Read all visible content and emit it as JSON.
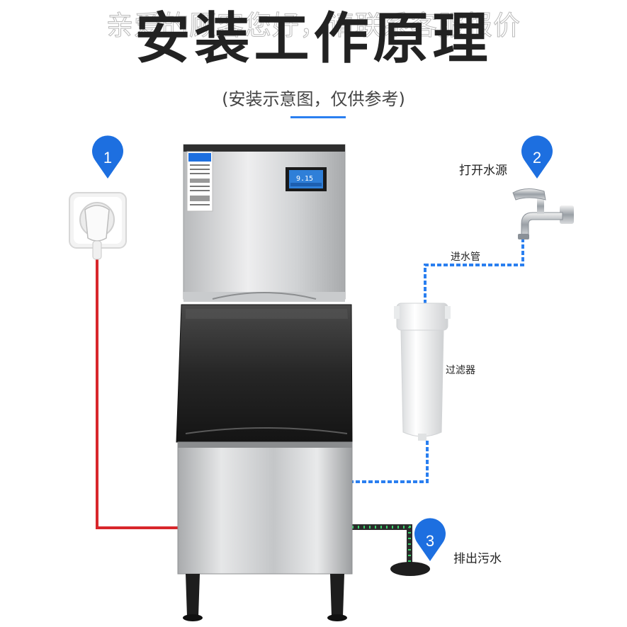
{
  "header": {
    "title": "安装工作原理",
    "watermark": "亲爱的顾客您好，请联系客服报价",
    "subtitle": "(安装示意图，仅供参考)"
  },
  "steps": [
    {
      "number": "1",
      "label": ""
    },
    {
      "number": "2",
      "label": "打开水源"
    },
    {
      "number": "3",
      "label": "排出污水"
    }
  ],
  "labels": {
    "inlet_pipe": "进水管",
    "filter": "过滤器"
  },
  "display": {
    "readout": "9.15"
  },
  "colors": {
    "power_line": "#d8262b",
    "water_line": "#2a7ff0",
    "badge": "#1d6fe0",
    "cabinet_top": "#3a3a3a"
  }
}
